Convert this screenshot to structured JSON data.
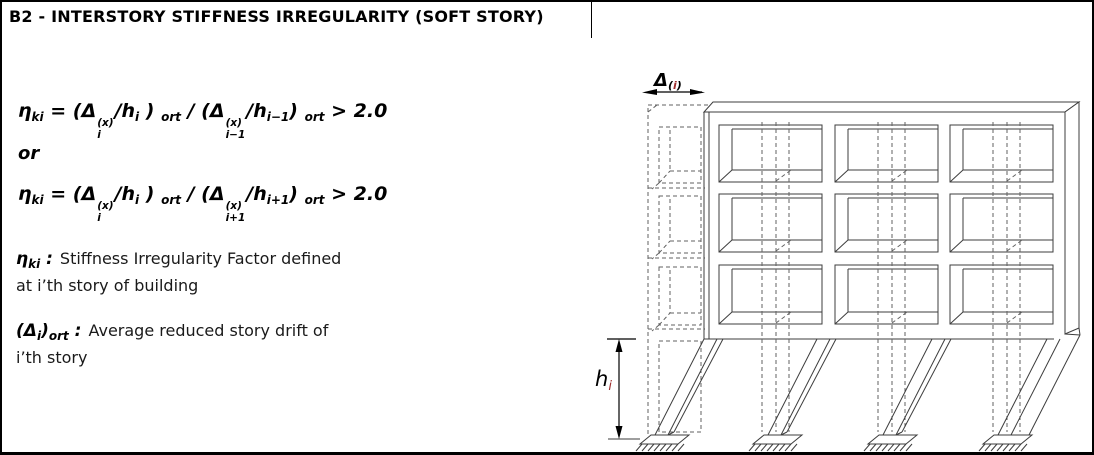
{
  "page": {
    "title": "B2 - INTERSTORY STIFFNESS IRREGULARITY (SOFT STORY)"
  },
  "formulas": {
    "or_label": "or",
    "f1": [
      {
        "t": "η"
      },
      {
        "sub": "ki"
      },
      {
        "t": " = ("
      },
      {
        "t": "Δ"
      },
      {
        "stk": [
          "(x)",
          "i"
        ]
      },
      {
        "t": "/h"
      },
      {
        "sub": "i"
      },
      {
        "t": " ) "
      },
      {
        "sub": "ort"
      },
      {
        "t": " / ("
      },
      {
        "t": "Δ"
      },
      {
        "stk": [
          "(x)",
          "i−1"
        ]
      },
      {
        "t": "/h"
      },
      {
        "sub": "i−1"
      },
      {
        "t": ") "
      },
      {
        "sub": "ort"
      },
      {
        "t": " > 2.0"
      }
    ],
    "f2": [
      {
        "t": "η"
      },
      {
        "sub": "ki"
      },
      {
        "t": " = ("
      },
      {
        "t": "Δ"
      },
      {
        "stk": [
          "(x)",
          "i"
        ]
      },
      {
        "t": "/h"
      },
      {
        "sub": "i"
      },
      {
        "t": " ) "
      },
      {
        "sub": "ort"
      },
      {
        "t": " / ("
      },
      {
        "t": "Δ"
      },
      {
        "stk": [
          "(x)",
          "i+1"
        ]
      },
      {
        "t": "/h"
      },
      {
        "sub": "i+1"
      },
      {
        "t": ") "
      },
      {
        "sub": "ort"
      },
      {
        "t": " > 2.0"
      }
    ]
  },
  "definitions": [
    {
      "term": [
        {
          "t": "η"
        },
        {
          "sub": "ki"
        },
        {
          "t": " :"
        }
      ],
      "line1": "Stiffness Irregularity Factor defined",
      "line2": "at i’th story of building"
    },
    {
      "term": [
        {
          "t": "(Δ"
        },
        {
          "sub": "i"
        },
        {
          "t": ")"
        },
        {
          "sub": "ort"
        },
        {
          "t": " :"
        }
      ],
      "line1": "Average reduced story drift of",
      "line2": "i’th story"
    }
  ],
  "diagram": {
    "drift_label": {
      "sym": "Δ",
      "sub_open": "(",
      "sub_i": "i",
      "sub_close": ")"
    },
    "height_label": {
      "sym": "h",
      "sub_i": "i"
    }
  },
  "colors": {
    "ink": "#000000",
    "line_gray": "#3d3d3d",
    "dashed_gray": "#616161",
    "accent_red": "#a03030"
  }
}
